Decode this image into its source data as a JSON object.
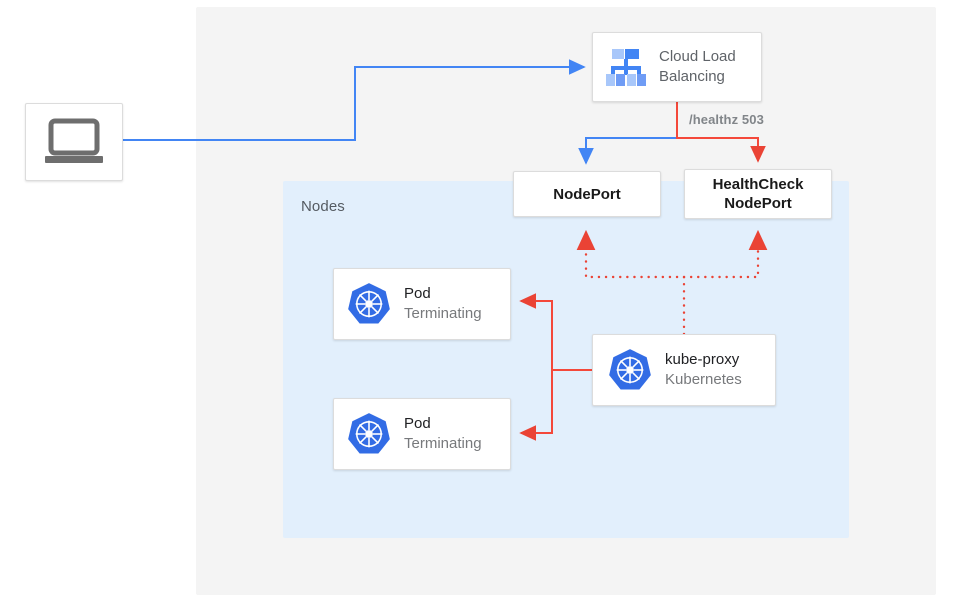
{
  "diagram": {
    "title": "Kubernetes external traffic policy health check diagram",
    "regions": {
      "outer_panel": {
        "name": "diagram-background"
      },
      "nodes": {
        "label": "Nodes"
      }
    },
    "nodes": {
      "client": {
        "icon": "laptop-icon",
        "label": ""
      },
      "cloud_load_balancing": {
        "icon": "cloud-load-balancing-icon",
        "title": "Cloud Load",
        "title_line2": "Balancing"
      },
      "nodeport": {
        "label": "NodePort"
      },
      "healthcheck_nodeport": {
        "label_line1": "HealthCheck",
        "label_line2": "NodePort"
      },
      "pod_1": {
        "icon": "kubernetes-icon",
        "title": "Pod",
        "subtitle": "Terminating"
      },
      "pod_2": {
        "icon": "kubernetes-icon",
        "title": "Pod",
        "subtitle": "Terminating"
      },
      "kube_proxy": {
        "icon": "kubernetes-icon",
        "title": "kube-proxy",
        "subtitle": "Kubernetes"
      }
    },
    "edges": {
      "healthz": {
        "label": "/healthz 503"
      }
    },
    "colors": {
      "blue_arrow": "#4285f4",
      "red_arrow": "#ea4335",
      "red_line": "#f4483a",
      "kubernetes_blue": "#326ce5",
      "panel_gray": "#f4f4f4",
      "nodes_blue": "#e2effc",
      "icon_gray": "#6e6e6e",
      "text_gray": "#5f6368"
    }
  }
}
